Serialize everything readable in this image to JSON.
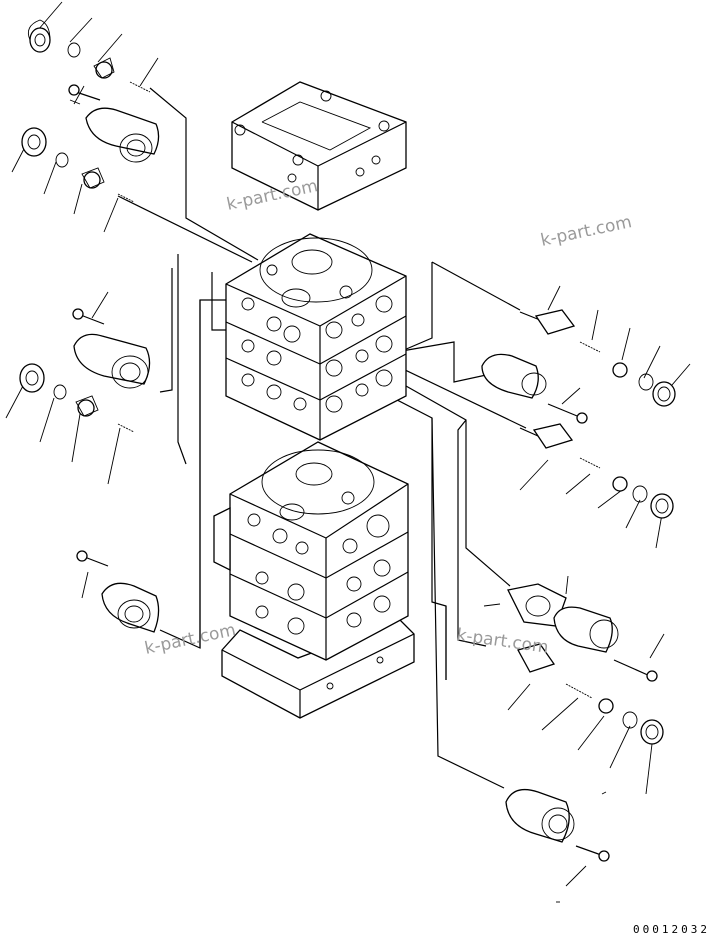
{
  "figure": {
    "number": "00012032"
  },
  "watermarks": [
    "k-part.com",
    "k-part.com",
    "k-part.com",
    "k-part.com"
  ]
}
